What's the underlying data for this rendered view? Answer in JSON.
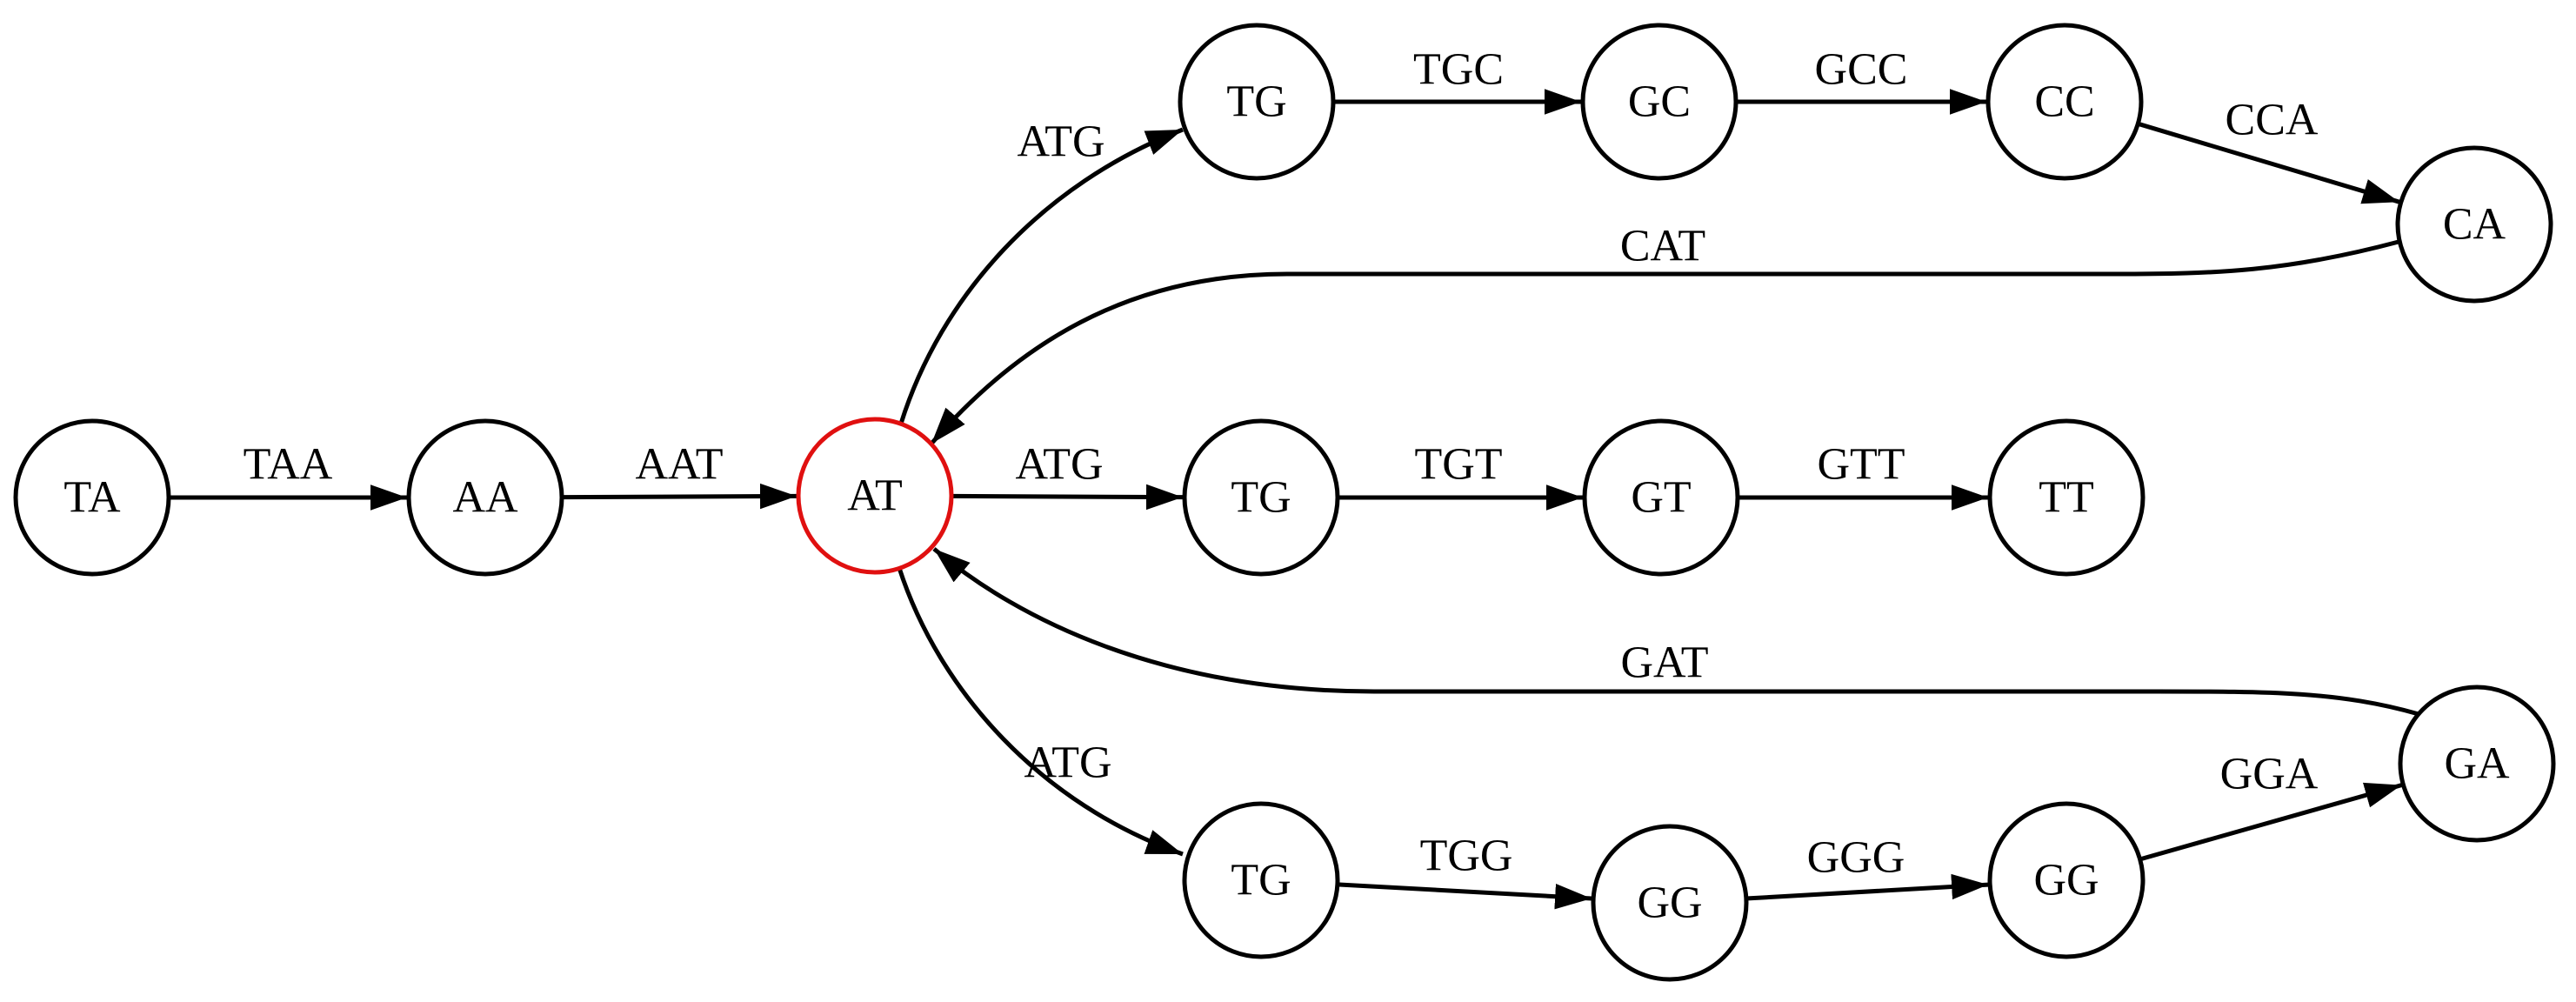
{
  "diagram": {
    "type": "directed-graph",
    "colors": {
      "background": "#ffffff",
      "edge": "#000000",
      "node_stroke": "#000000",
      "node_fill": "#ffffff",
      "text": "#000000",
      "highlight": "#e01010"
    },
    "nodes": [
      {
        "id": "TA",
        "label": "TA",
        "highlighted": false
      },
      {
        "id": "AA",
        "label": "AA",
        "highlighted": false
      },
      {
        "id": "AT",
        "label": "AT",
        "highlighted": true
      },
      {
        "id": "TG_top",
        "label": "TG",
        "highlighted": false
      },
      {
        "id": "GC",
        "label": "GC",
        "highlighted": false
      },
      {
        "id": "CC",
        "label": "CC",
        "highlighted": false
      },
      {
        "id": "CA",
        "label": "CA",
        "highlighted": false
      },
      {
        "id": "TG_mid",
        "label": "TG",
        "highlighted": false
      },
      {
        "id": "GT",
        "label": "GT",
        "highlighted": false
      },
      {
        "id": "TT",
        "label": "TT",
        "highlighted": false
      },
      {
        "id": "TG_bot",
        "label": "TG",
        "highlighted": false
      },
      {
        "id": "GG_1",
        "label": "GG",
        "highlighted": false
      },
      {
        "id": "GG_2",
        "label": "GG",
        "highlighted": false
      },
      {
        "id": "GA",
        "label": "GA",
        "highlighted": false
      }
    ],
    "edges": [
      {
        "from": "TA",
        "to": "AA",
        "label": "TAA"
      },
      {
        "from": "AA",
        "to": "AT",
        "label": "AAT"
      },
      {
        "from": "AT",
        "to": "TG_top",
        "label": "ATG"
      },
      {
        "from": "TG_top",
        "to": "GC",
        "label": "TGC"
      },
      {
        "from": "GC",
        "to": "CC",
        "label": "GCC"
      },
      {
        "from": "CC",
        "to": "CA",
        "label": "CCA"
      },
      {
        "from": "CA",
        "to": "AT",
        "label": "CAT"
      },
      {
        "from": "AT",
        "to": "TG_mid",
        "label": "ATG"
      },
      {
        "from": "TG_mid",
        "to": "GT",
        "label": "TGT"
      },
      {
        "from": "GT",
        "to": "TT",
        "label": "GTT"
      },
      {
        "from": "AT",
        "to": "TG_bot",
        "label": "ATG"
      },
      {
        "from": "TG_bot",
        "to": "GG_1",
        "label": "TGG"
      },
      {
        "from": "GG_1",
        "to": "GG_2",
        "label": "GGG"
      },
      {
        "from": "GG_2",
        "to": "GA",
        "label": "GGA"
      },
      {
        "from": "GA",
        "to": "AT",
        "label": "GAT"
      }
    ]
  }
}
